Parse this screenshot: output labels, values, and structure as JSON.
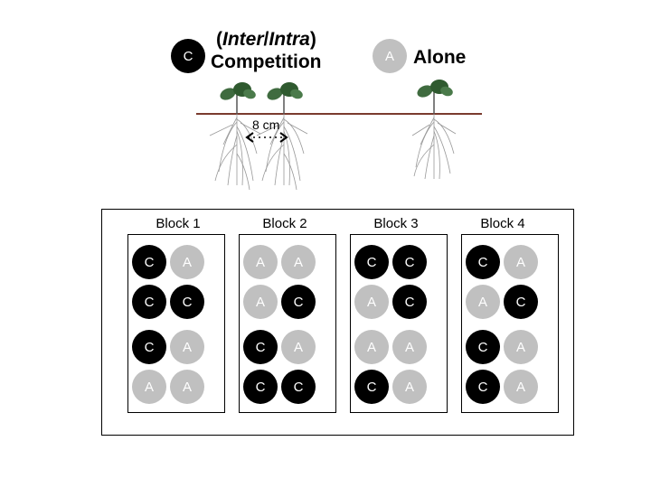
{
  "legend": {
    "competition_symbol": "C",
    "competition_line1_open": "(",
    "competition_line1_inter": "Inter",
    "competition_line1_slash": "/",
    "competition_line1_intra": "Intra",
    "competition_line1_close": ")",
    "competition_line2": "Competition",
    "alone_symbol": "A",
    "alone_label": "Alone"
  },
  "illustration": {
    "distance_label": "8 cm"
  },
  "colors": {
    "competition": "#000000",
    "alone": "#c0c0c0",
    "ground_line": "#7a3b2e",
    "leaf": "#3f6b3f"
  },
  "blocks": [
    {
      "label": "Block 1",
      "rows": [
        [
          "C",
          "A"
        ],
        [
          "C",
          "C"
        ],
        [
          "C",
          "A"
        ],
        [
          "A",
          "A"
        ]
      ]
    },
    {
      "label": "Block 2",
      "rows": [
        [
          "A",
          "A"
        ],
        [
          "A",
          "C"
        ],
        [
          "C",
          "A"
        ],
        [
          "C",
          "C"
        ]
      ]
    },
    {
      "label": "Block 3",
      "rows": [
        [
          "C",
          "C"
        ],
        [
          "A",
          "C"
        ],
        [
          "A",
          "A"
        ],
        [
          "C",
          "A"
        ]
      ]
    },
    {
      "label": "Block 4",
      "rows": [
        [
          "C",
          "A"
        ],
        [
          "A",
          "C"
        ],
        [
          "C",
          "A"
        ],
        [
          "C",
          "A"
        ]
      ]
    }
  ]
}
